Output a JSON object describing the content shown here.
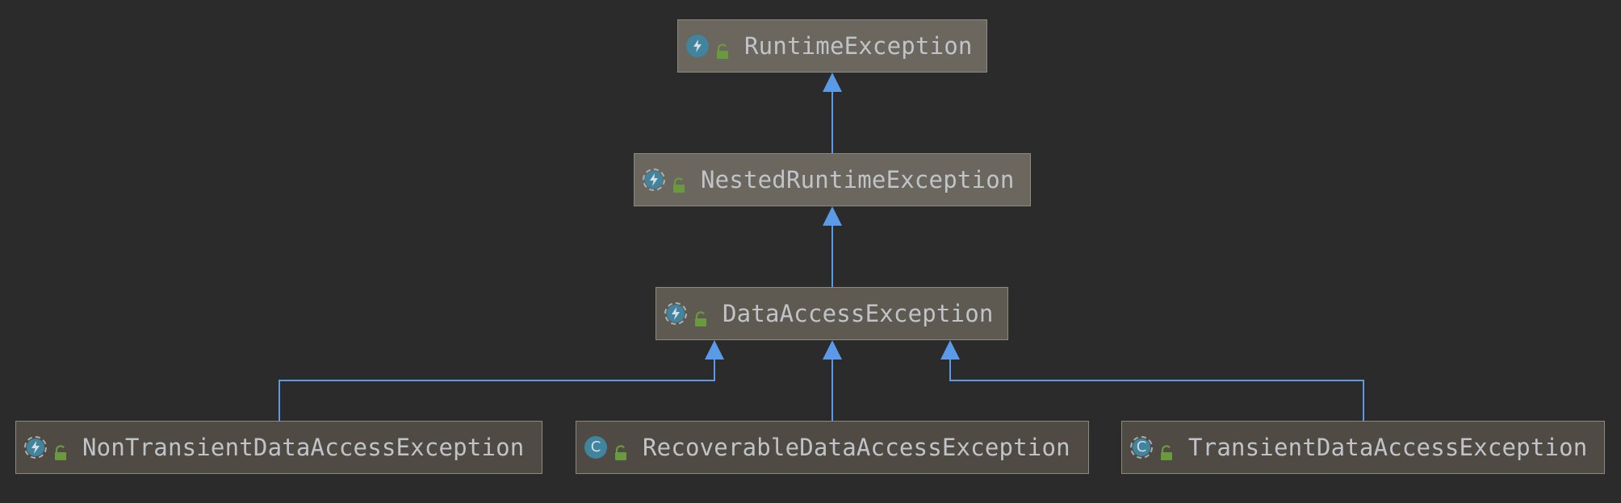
{
  "diagram": {
    "title": "",
    "colors": {
      "background": "#2b2b2b",
      "edge": "#5a9ae6",
      "node_text": "#c0c4c8",
      "node_border": "#8a8a80",
      "icon_fill": "#40849e",
      "lock_fill": "#6a9a3e"
    },
    "nodes": [
      {
        "id": "runtime",
        "label": "RuntimeException",
        "kind": "exception-class",
        "icon": "lightning-class-icon"
      },
      {
        "id": "nestedRuntime",
        "label": "NestedRuntimeException",
        "kind": "abstract-exception-class",
        "icon": "lightning-abstract-class-icon"
      },
      {
        "id": "dataAccess",
        "label": "DataAccessException",
        "kind": "abstract-exception-class",
        "icon": "lightning-abstract-class-icon"
      },
      {
        "id": "nonTransient",
        "label": "NonTransientDataAccessException",
        "kind": "abstract-exception-class",
        "icon": "lightning-abstract-class-icon"
      },
      {
        "id": "recoverable",
        "label": "RecoverableDataAccessException",
        "kind": "class",
        "icon": "class-icon",
        "glyph": "C"
      },
      {
        "id": "transient",
        "label": "TransientDataAccessException",
        "kind": "abstract-class",
        "icon": "abstract-class-icon",
        "glyph": "C"
      }
    ],
    "edges": [
      {
        "from": "nestedRuntime",
        "to": "runtime",
        "type": "extends"
      },
      {
        "from": "dataAccess",
        "to": "nestedRuntime",
        "type": "extends"
      },
      {
        "from": "nonTransient",
        "to": "dataAccess",
        "type": "extends"
      },
      {
        "from": "recoverable",
        "to": "dataAccess",
        "type": "extends"
      },
      {
        "from": "transient",
        "to": "dataAccess",
        "type": "extends"
      }
    ]
  }
}
